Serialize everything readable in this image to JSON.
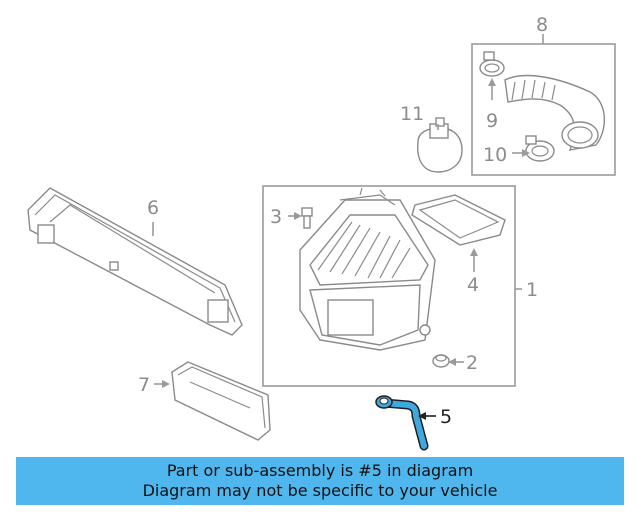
{
  "callouts": {
    "c1": "1",
    "c2": "2",
    "c3": "3",
    "c4": "4",
    "c5": "5",
    "c6": "6",
    "c7": "7",
    "c8": "8",
    "c9": "9",
    "c10": "10",
    "c11": "11"
  },
  "banner": {
    "line1": "Part or sub-assembly is #5 in diagram",
    "line2": "Diagram may not be specific to your vehicle"
  },
  "colors": {
    "highlight_part": "#3fa9df",
    "banner_background": "#4fb7ee",
    "line_art": "#8a8a8a"
  }
}
